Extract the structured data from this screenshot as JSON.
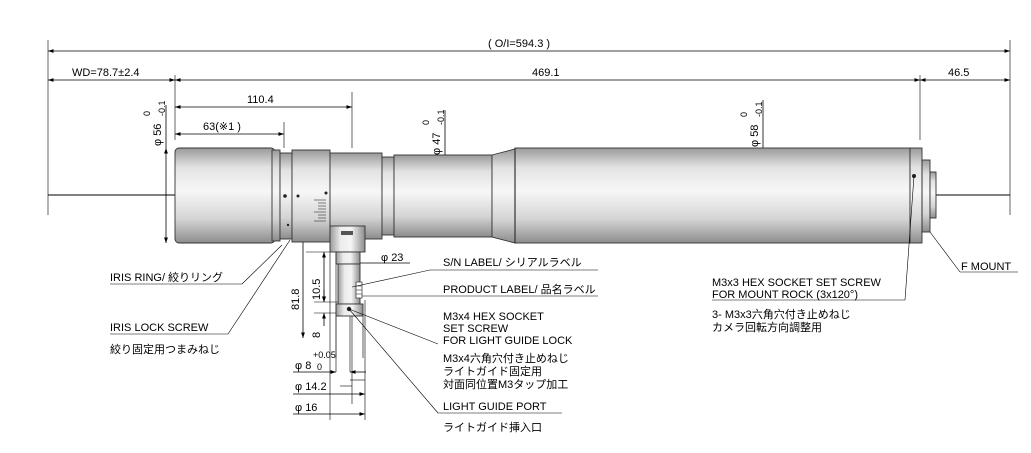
{
  "dimensions": {
    "overall": "( O/I=594.3 )",
    "wd": "WD=78.7±2.4",
    "main_length": "469.1",
    "mount_length": "46.5",
    "len_110": "110.4",
    "len_63": "63(※1 )",
    "dia_56": "φ 56",
    "dia_56_tol_upper": "0",
    "dia_56_tol_lower": "-0.1",
    "dia_47": "φ 47",
    "dia_47_tol_upper": "0",
    "dia_47_tol_lower": "-0.1",
    "dia_58": "φ 58",
    "dia_58_tol_upper": "0",
    "dia_58_tol_lower": "-0.1",
    "dia_23": "φ 23",
    "h_81_8": "81.8",
    "h_10_5": "10.5",
    "h_8": "8",
    "dia_8": "φ 8",
    "dia_8_tol_upper": "+0.05",
    "dia_8_tol_lower": "0",
    "dia_14_2": "φ 14.2",
    "dia_16": "φ 16"
  },
  "labels": {
    "iris_ring": "IRIS RING/ 絞りリング",
    "iris_lock_en": "IRIS LOCK SCREW",
    "iris_lock_ja": "絞り固定用つまみねじ",
    "sn_label": "S/N LABEL/ シリアルラベル",
    "product_label": "PRODUCT LABEL/ 品名ラベル",
    "hex_en_1": "M3x4 HEX SOCKET",
    "hex_en_2": "SET SCREW",
    "hex_en_3": "FOR LIGHT GUIDE LOCK",
    "hex_ja_1": "M3x4六角穴付き止めねじ",
    "hex_ja_2": "ライトガイド固定用",
    "hex_ja_3": "対面同位置M3タップ加工",
    "lg_port_en": "LIGHT GUIDE PORT",
    "lg_port_ja": "ライトガイド挿入口",
    "mount_screw_en_1": "M3x3 HEX SOCKET SET SCREW",
    "mount_screw_en_2": "FOR MOUNT ROCK (3x120°)",
    "mount_screw_ja_1": "3- M3x3六角穴付き止めねじ",
    "mount_screw_ja_2": "カメラ回転方向調整用",
    "f_mount": "F MOUNT"
  }
}
